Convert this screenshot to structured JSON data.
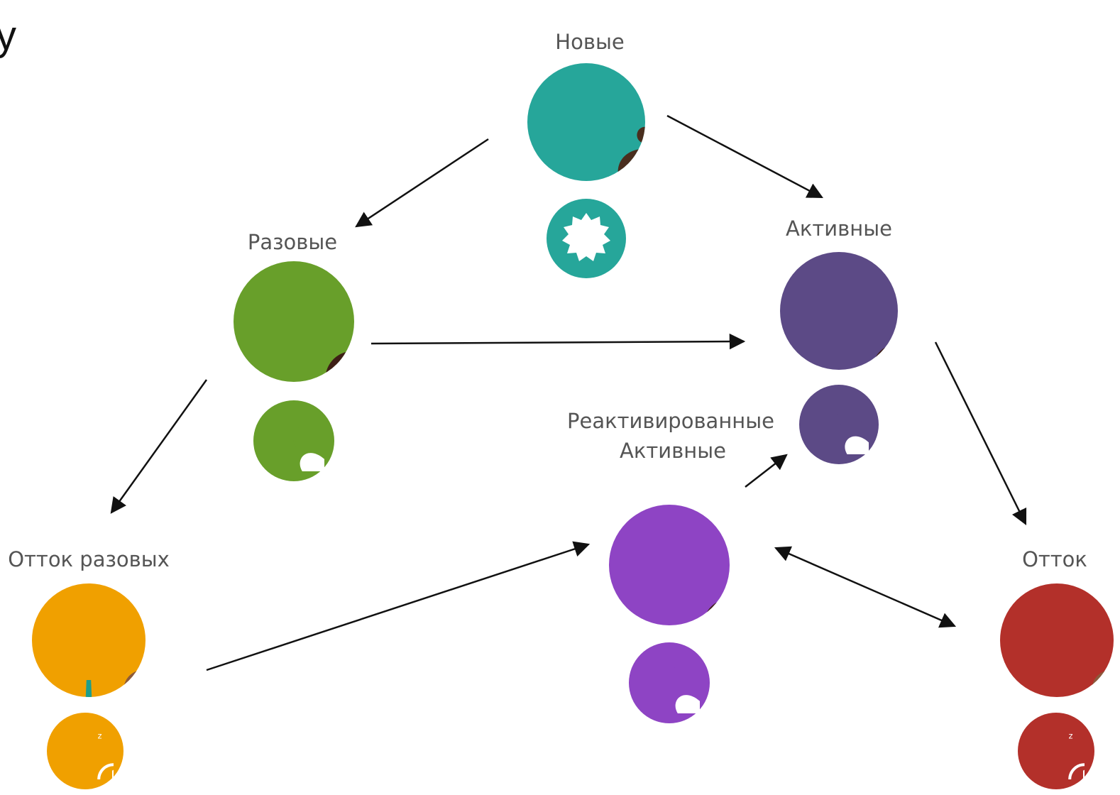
{
  "corner_fragment": "у",
  "nodes": {
    "new": {
      "label": "Новые",
      "avatar_color": "#26A69A",
      "badge_color": "#26A69A",
      "badge_icon": "starburst-badge-icon"
    },
    "one_time": {
      "label": "Разовые",
      "avatar_color": "#689F2A",
      "badge_color": "#689F2A",
      "badge_icon": "heart-pulse-icon"
    },
    "active": {
      "label": "Активные",
      "avatar_color": "#5C4A86",
      "badge_color": "#5C4A86",
      "badge_icon": "heart-pulse-icon"
    },
    "reactivated": {
      "label_line1": "Реактивированные",
      "label_line2": "Активные",
      "avatar_color": "#8E44C4",
      "badge_color": "#8E44C4",
      "badge_icon": "heart-pulse-icon"
    },
    "one_time_churn": {
      "label": "Отток разовых",
      "avatar_color": "#F0A000",
      "badge_color": "#F0A000",
      "badge_icon": "sleep-clock-icon"
    },
    "churn": {
      "label": "Отток",
      "avatar_color": "#B3302A",
      "badge_color": "#B3302A",
      "badge_icon": "sleep-clock-icon"
    }
  },
  "edges": [
    {
      "from": "new",
      "to": "one_time"
    },
    {
      "from": "new",
      "to": "active"
    },
    {
      "from": "one_time",
      "to": "active"
    },
    {
      "from": "one_time",
      "to": "one_time_churn"
    },
    {
      "from": "active",
      "to": "churn"
    },
    {
      "from": "reactivated",
      "to": "active"
    },
    {
      "from": "one_time_churn",
      "to": "reactivated"
    },
    {
      "from": "reactivated",
      "to": "churn",
      "bidirectional": true
    }
  ]
}
